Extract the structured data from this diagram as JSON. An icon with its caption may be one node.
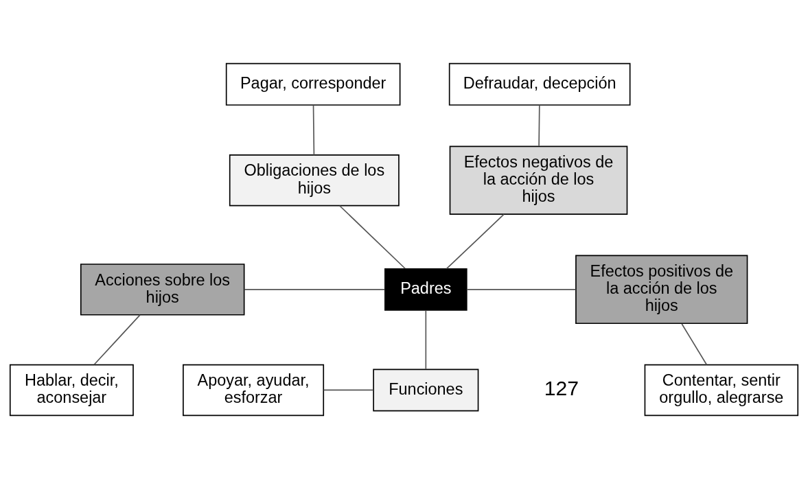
{
  "diagram": {
    "nodes": [
      {
        "text": [
          "Pagar, corresponder"
        ]
      },
      {
        "text": [
          "Defraudar, decepción"
        ]
      },
      {
        "text": [
          "Obligaciones de los hijos"
        ]
      },
      {
        "text": [
          "Efectos negativos de la acción de los hijos"
        ]
      },
      {
        "text": [
          "Acciones sobre los hijos"
        ]
      },
      {
        "text": [
          "Padres"
        ]
      },
      {
        "text": [
          "Efectos positivos de la acción de los hijos"
        ]
      },
      {
        "text": [
          "Hablar, decir, aconsejar"
        ]
      },
      {
        "text": [
          "Contentar, sentir orgullo, alegrarse"
        ]
      },
      {
        "text": [
          "Apoyar, ayudar, esforzar"
        ]
      },
      {
        "text": [
          "Funciones"
        ]
      }
    ],
    "edges": [
      {
        "from": 0,
        "to": 2,
        "arrow": "none"
      },
      {
        "from": 1,
        "to": 3,
        "arrow": "none"
      },
      {
        "from": 3,
        "to": 5,
        "arrow": "none"
      },
      {
        "from": 2,
        "to": 5,
        "arrow": "none"
      },
      {
        "from": 4,
        "to": 5,
        "arrow": "none"
      },
      {
        "from": 5,
        "to": 6,
        "arrow": "none"
      },
      {
        "from": 4,
        "to": 7,
        "arrow": "none"
      },
      {
        "from": 6,
        "to": 8,
        "arrow": "none"
      },
      {
        "from": 5,
        "to": 10,
        "arrow": "none"
      },
      {
        "from": 9,
        "to": 10,
        "arrow": "none"
      }
    ],
    "labels": [
      "127"
    ]
  }
}
